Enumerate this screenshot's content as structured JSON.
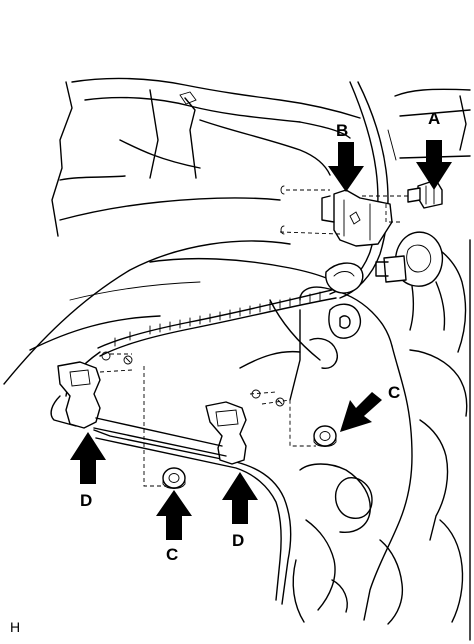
{
  "labels": {
    "a": "A",
    "b": "B",
    "c_upper": "C",
    "c_lower": "C",
    "d_left": "D",
    "d_right": "D"
  },
  "figure_code": "H",
  "icons": [
    "arrow-icon",
    "bolt-icon",
    "nut-icon",
    "bracket-icon",
    "clamp-icon"
  ]
}
